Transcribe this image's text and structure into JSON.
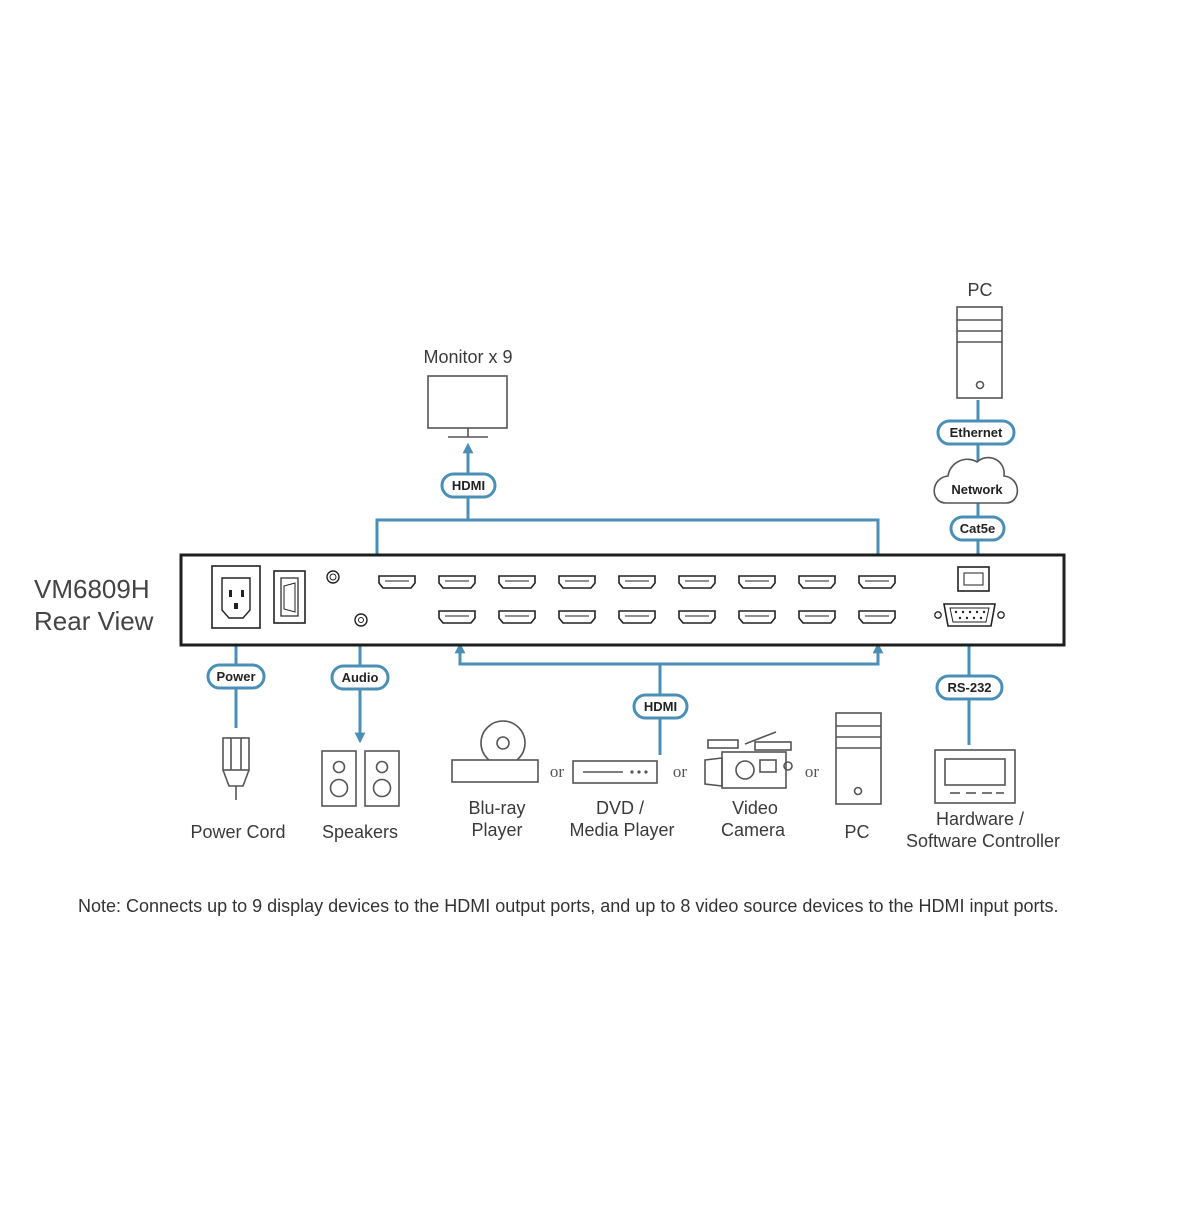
{
  "title": {
    "model": "VM6809H",
    "view": "Rear View"
  },
  "devices": {
    "monitor": "Monitor x 9",
    "pc_top": "PC",
    "power_cord": "Power Cord",
    "speakers": "Speakers",
    "bluray": [
      "Blu-ray",
      "Player"
    ],
    "dvd": [
      "DVD /",
      "Media Player"
    ],
    "camera": [
      "Video",
      "Camera"
    ],
    "pc_bottom": "PC",
    "controller": [
      "Hardware /",
      "Software Controller"
    ]
  },
  "connectors": {
    "hdmi_out": "HDMI",
    "hdmi_in": "HDMI",
    "power": "Power",
    "audio": "Audio",
    "ethernet": "Ethernet",
    "network": "Network",
    "cat5e": "Cat5e",
    "rs232": "RS-232"
  },
  "separators": [
    "or",
    "or",
    "or"
  ],
  "note": "Note: Connects up to 9 display devices to the HDMI output ports, and up to 8 video source devices to the HDMI input ports.",
  "ports": {
    "hdmi_outputs": 9,
    "hdmi_inputs": 8
  },
  "colors": {
    "line": "#4a8fb5",
    "outline": "#1e1e1e",
    "device": "#555555"
  }
}
